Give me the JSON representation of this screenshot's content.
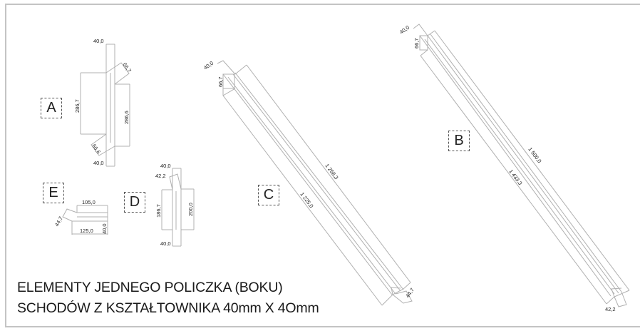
{
  "title": {
    "line1": "ELEMENTY JEDNEGO POLICZKA (BOKU)",
    "line2": "SCHODÓW Z KSZTAŁTOWNIKA 40mm X 4Omm"
  },
  "colors": {
    "line": "#b0b0b0",
    "dim_line": "#a8a8a8",
    "text": "#222222",
    "frame": "#c4c4c4"
  },
  "parts": {
    "A": {
      "label": "A",
      "dims": {
        "top_width": "40,0",
        "bottom_width": "40,0",
        "top_cut": "66,7",
        "bottom_cut": "66,6",
        "left_length": "286,7",
        "right_length": "286,6"
      }
    },
    "B": {
      "label": "B",
      "dims": {
        "width": "40,0",
        "end_cut_top": "66,7",
        "outer_length": "1 500,0",
        "inner_length": "1 433,3",
        "end_cut_bottom": "42,2"
      }
    },
    "C": {
      "label": "C",
      "dims": {
        "width": "40,0",
        "end_cut_top": "66,7",
        "outer_length": "1 258,3",
        "inner_length": "1 225,0",
        "end_cut_bottom": "44,7"
      }
    },
    "D": {
      "label": "D",
      "dims": {
        "top_width": "40,0",
        "bottom_width": "40,0",
        "top_cut": "42,2",
        "left_length": "186,7",
        "right_length": "200,0"
      }
    },
    "E": {
      "label": "E",
      "dims": {
        "top_length": "105,0",
        "bottom_length": "125,0",
        "height": "40,0",
        "cut": "44,7"
      }
    }
  }
}
